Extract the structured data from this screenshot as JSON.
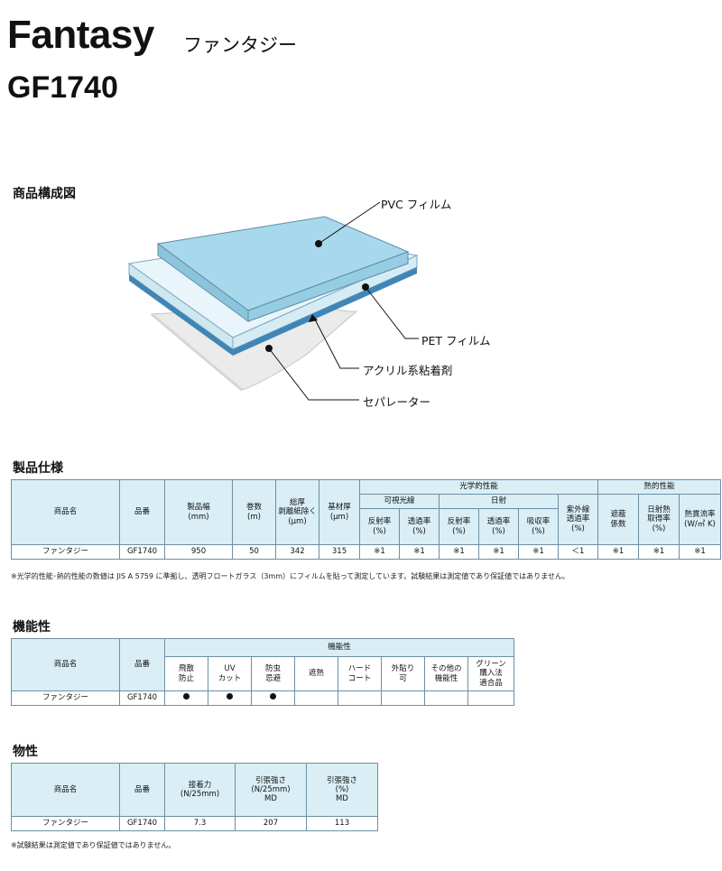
{
  "header": {
    "title": "Fantasy",
    "title_kana": "ファンタジー",
    "code": "GF1740"
  },
  "diagram": {
    "heading": "商品構成図",
    "labels": {
      "pvc": "PVC フィルム",
      "pet": "PET フィルム",
      "adhesive": "アクリル系粘着剤",
      "separator": "セパレーター"
    }
  },
  "spec": {
    "heading": "製品仕様",
    "headers": {
      "name": "商品名",
      "code": "品番",
      "width": "製品幅\n(mm)",
      "roll": "巻数\n(m)",
      "total": "総厚\n剥離紙除く\n(μm)",
      "base": "基材厚\n(μm)",
      "optical": "光学的性能",
      "visible": "可視光線",
      "solar": "日射",
      "uv": "紫外線\n透過率\n(%)",
      "thermal": "熱的性能",
      "refl": "反射率\n(%)",
      "trans": "透過率\n(%)",
      "absorb": "吸収率\n(%)",
      "shading": "遮蔽\n係数",
      "gain": "日射熱\n取得率\n(%)",
      "heat": "熱貫流率\n(W/㎡ K)"
    },
    "row": [
      "ファンタジー",
      "GF1740",
      "950",
      "50",
      "342",
      "315",
      "※1",
      "※1",
      "※1",
      "※1",
      "※1",
      "＜1",
      "※1",
      "※1",
      "※1"
    ],
    "note": "※光学的性能･熱的性能の数値は JIS A 5759 に準拠し、透明フロートガラス（3mm）にフィルムを貼って測定しています。試験結果は測定値であり保証値ではありません。"
  },
  "function": {
    "heading": "機能性",
    "headers": {
      "name": "商品名",
      "code": "品番",
      "group": "機能性",
      "items": [
        "飛散\n防止",
        "UV\nカット",
        "防虫\n忌避",
        "遮熱",
        "ハード\nコート",
        "外貼り\n可",
        "その他の\n機能性",
        "グリーン\n購入法\n適合品"
      ]
    },
    "row": {
      "name": "ファンタジー",
      "code": "GF1740",
      "marks": [
        true,
        true,
        true,
        false,
        false,
        false,
        false,
        false
      ]
    }
  },
  "physical": {
    "heading": "物性",
    "headers": {
      "name": "商品名",
      "code": "品番",
      "adhesion": "接着力\n(N/25mm)",
      "tensile": "引張強さ\n(N/25mm)\nMD",
      "elong": "引張強さ\n(%)\nMD"
    },
    "row": [
      "ファンタジー",
      "GF1740",
      "7.3",
      "207",
      "113"
    ],
    "note": "※試験結果は測定値であり保証値ではありません。"
  }
}
